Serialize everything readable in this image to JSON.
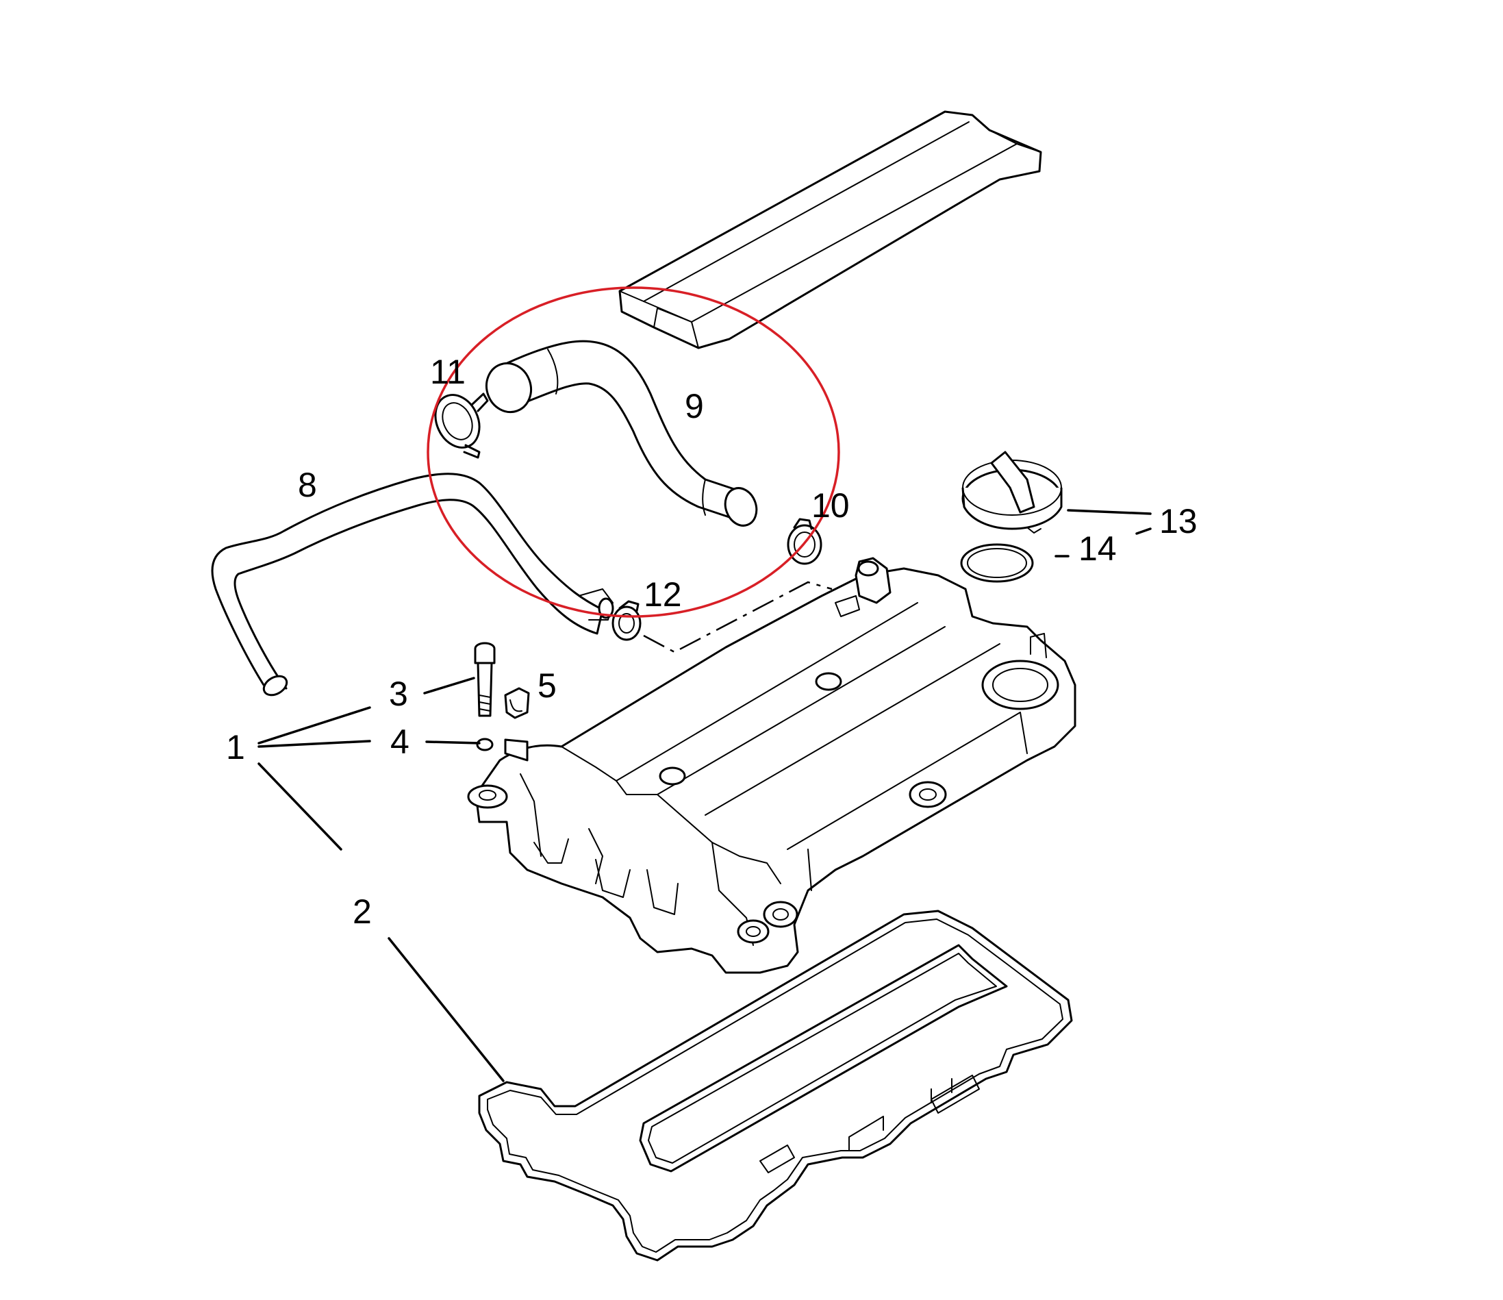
{
  "callouts": {
    "c1": "1",
    "c2": "2",
    "c3": "3",
    "c4": "4",
    "c5": "5",
    "c8": "8",
    "c9": "9",
    "c10": "10",
    "c11": "11",
    "c12": "12",
    "c13": "13",
    "c14": "14"
  },
  "colors": {
    "line": "#000000",
    "highlight": "#d81f26",
    "background": "#ffffff"
  }
}
